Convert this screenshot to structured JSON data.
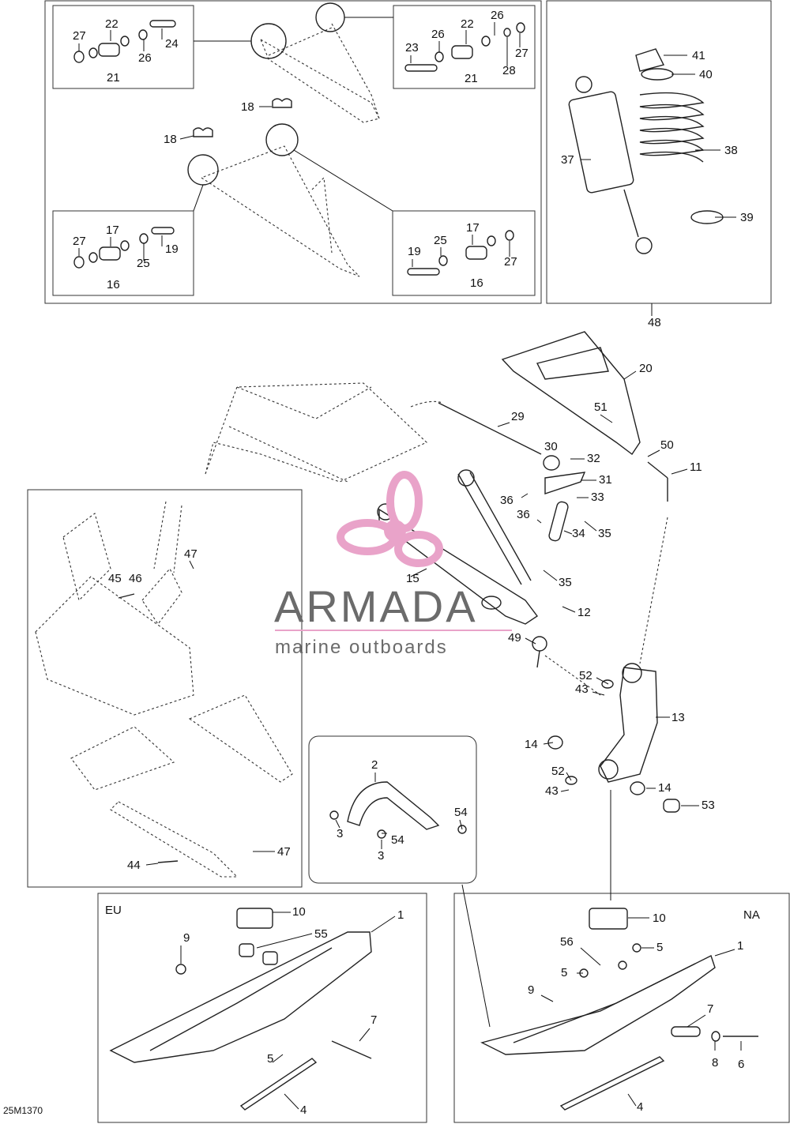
{
  "diagram": {
    "code": "25M1370",
    "region_labels": {
      "eu": "EU",
      "na": "NA"
    },
    "callouts": {
      "c1_eu": "1",
      "c1_na": "1",
      "c2": "2",
      "c3a": "3",
      "c3b": "3",
      "c4_eu": "4",
      "c4_na": "4",
      "c5_eu": "5",
      "c5_na_a": "5",
      "c5_na_b": "5",
      "c6": "6",
      "c7_eu": "7",
      "c7_na": "7",
      "c8": "8",
      "c9_eu": "9",
      "c9_na": "9",
      "c10_eu": "10",
      "c10_na": "10",
      "c11": "11",
      "c12": "12",
      "c13": "13",
      "c14a": "14",
      "c14b": "14",
      "c15": "15",
      "c16a": "16",
      "c16b": "16",
      "c17a": "17",
      "c17b": "17",
      "c18a": "18",
      "c18b": "18",
      "c19a": "19",
      "c19b": "19",
      "c20": "20",
      "c21a": "21",
      "c21b": "21",
      "c22a": "22",
      "c22b": "22",
      "c23": "23",
      "c24": "24",
      "c25a": "25",
      "c25b": "25",
      "c26a": "26",
      "c26b": "26",
      "c26c": "26",
      "c27a": "27",
      "c27b": "27",
      "c27c": "27",
      "c27d": "27",
      "c28": "28",
      "c29": "29",
      "c30": "30",
      "c31": "31",
      "c32": "32",
      "c33": "33",
      "c34": "34",
      "c35a": "35",
      "c35b": "35",
      "c36a": "36",
      "c36b": "36",
      "c37": "37",
      "c38": "38",
      "c39": "39",
      "c40": "40",
      "c41": "41",
      "c43a": "43",
      "c43b": "43",
      "c44": "44",
      "c45": "45",
      "c46": "46",
      "c47a": "47",
      "c47b": "47",
      "c48": "48",
      "c49": "49",
      "c50": "50",
      "c51": "51",
      "c52a": "52",
      "c52b": "52",
      "c53": "53",
      "c54a": "54",
      "c54b": "54",
      "c55": "55",
      "c56": "56"
    }
  },
  "watermark": {
    "brand": "ARMADA",
    "tagline": "marine outboards",
    "color": "#e9a3c9"
  }
}
